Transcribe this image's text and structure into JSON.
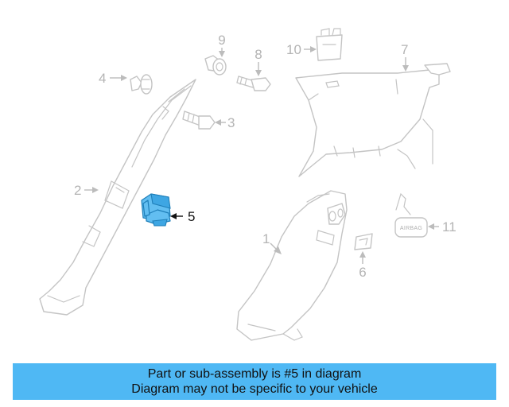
{
  "diagram": {
    "highlighted_part": "5",
    "highlight_color": "#62bef1",
    "callouts": [
      {
        "id": "1",
        "label": "1"
      },
      {
        "id": "2",
        "label": "2"
      },
      {
        "id": "3",
        "label": "3"
      },
      {
        "id": "4",
        "label": "4"
      },
      {
        "id": "5",
        "label": "5"
      },
      {
        "id": "6",
        "label": "6"
      },
      {
        "id": "7",
        "label": "7"
      },
      {
        "id": "8",
        "label": "8"
      },
      {
        "id": "9",
        "label": "9"
      },
      {
        "id": "10",
        "label": "10"
      },
      {
        "id": "11",
        "label": "11"
      }
    ],
    "airbag_label": "AIRBAG"
  },
  "banner": {
    "line1": "Part or sub-assembly is #5 in diagram",
    "line2": "Diagram may not be specific to your vehicle",
    "background": "#4fb8f4"
  }
}
